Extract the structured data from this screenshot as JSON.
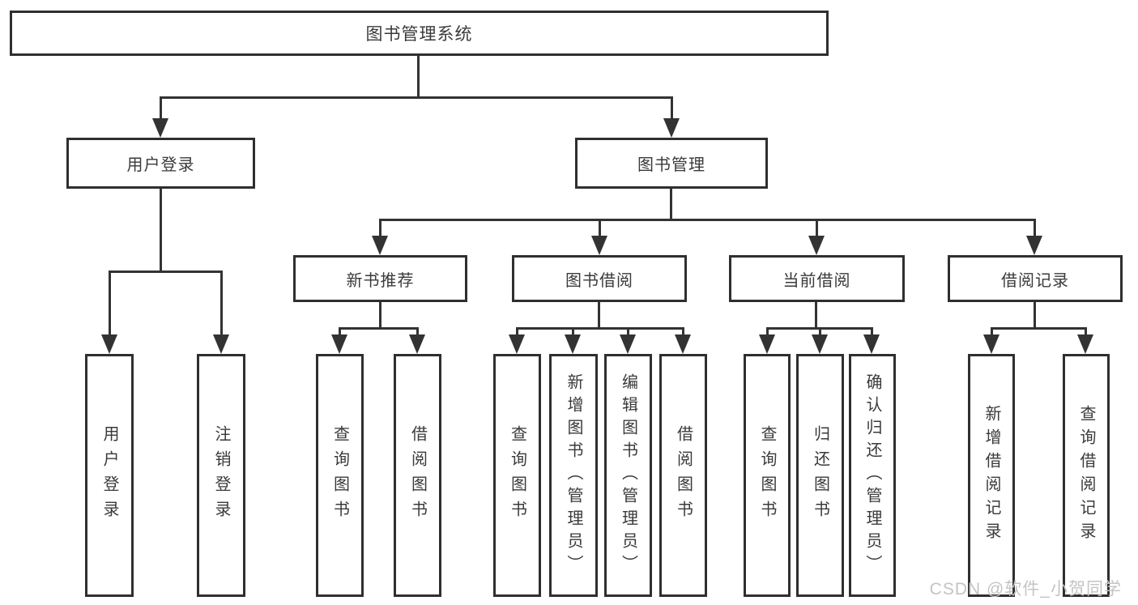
{
  "diagram": {
    "title": "图书管理系统",
    "colors": {
      "line": "#333333",
      "border": "#2f2f2f",
      "text": "#3a3a3a",
      "background": "#ffffff",
      "watermark": "#c4c4c4"
    },
    "nodes": {
      "root": "图书管理系统",
      "user_login": "用户登录",
      "book_mgmt": "图书管理",
      "new_book_rec": "新书推荐",
      "book_borrow": "图书借阅",
      "current_borrow": "当前借阅",
      "borrow_record": "借阅记录",
      "ul_user_login": "用户登录",
      "ul_logout": "注销登录",
      "nr_query_book": "查询图书",
      "nr_borrow_book": "借阅图书",
      "bb_query_book": "查询图书",
      "bb_add_book": "新增图书（管理员）",
      "bb_edit_book": "编辑图书（管理员）",
      "bb_borrow_book": "借阅图书",
      "cb_query_book": "查询图书",
      "cb_return_book": "归还图书",
      "cb_confirm_return": "确认归还（管理员）",
      "br_add_record": "新增借阅记录",
      "br_query_record": "查询借阅记录"
    }
  },
  "watermark": "CSDN @软件_小贺同学"
}
